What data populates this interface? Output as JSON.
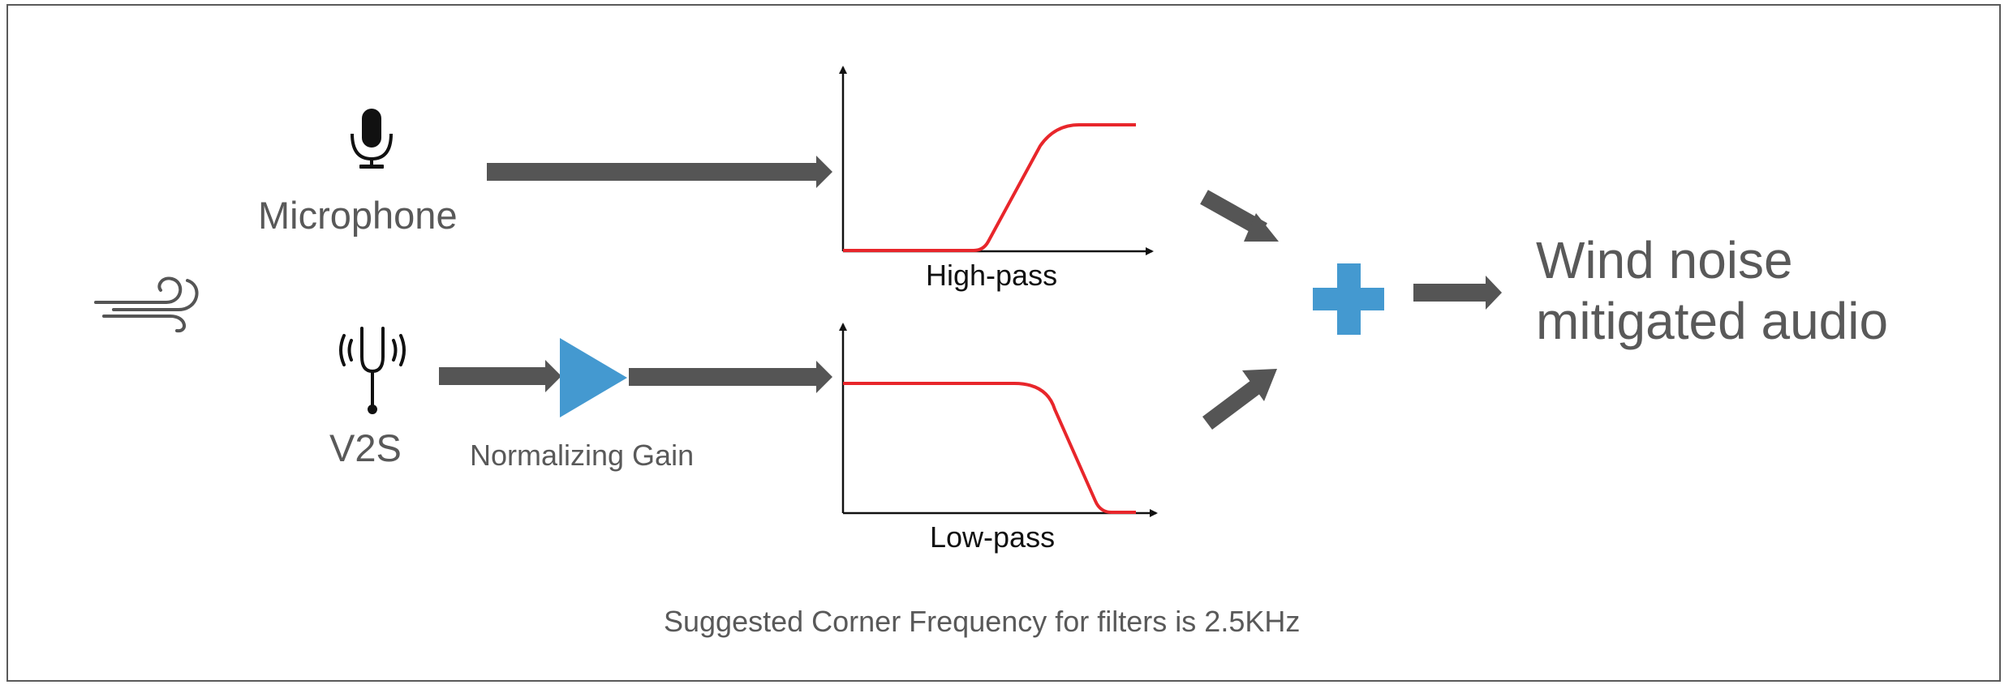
{
  "inputs": {
    "microphone_label": "Microphone",
    "v2s_label": "V2S"
  },
  "gain": {
    "label": "Normalizing Gain",
    "color": "#4499D0"
  },
  "filters": {
    "high_pass_label": "High-pass",
    "low_pass_label": "Low-pass",
    "curve_color": "#E8262B"
  },
  "output": {
    "line1": "Wind noise",
    "line2": "mitigated audio"
  },
  "note": "Suggested Corner Frequency for filters is 2.5KHz",
  "colors": {
    "arrow": "#555555",
    "text": "#595959",
    "sum_symbol": "#4499D0"
  },
  "icons": [
    "wind-icon",
    "microphone-icon",
    "tuning-fork-icon",
    "amplifier-triangle-icon",
    "plus-icon"
  ]
}
